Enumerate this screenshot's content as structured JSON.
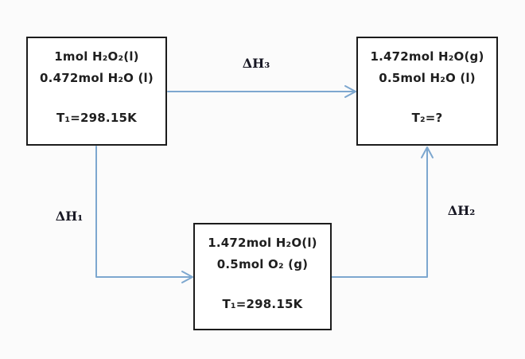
{
  "diagram": {
    "background_color": "#fbfbfb",
    "box_border_color": "#1c1c1c",
    "box_fill_color": "#ffffff",
    "arrow_color": "#7da7cf",
    "boxes": {
      "initial_state": {
        "lines": {
          "0": "1mol H₂O₂(l)",
          "1": "0.472mol H₂O (l)",
          "2": "T₁=298.15K"
        }
      },
      "final_state": {
        "lines": {
          "0": "1.472mol H₂O(g)",
          "1": "0.5mol H₂O (l)",
          "2": "T₂=?"
        }
      },
      "intermediate_state": {
        "lines": {
          "0": "1.472mol H₂O(l)",
          "1": "0.5mol O₂ (g)",
          "2": "T₁=298.15K"
        }
      }
    },
    "labels": {
      "dh1": "ΔH₁",
      "dh2": "ΔH₂",
      "dh3": "ΔH₃"
    }
  }
}
